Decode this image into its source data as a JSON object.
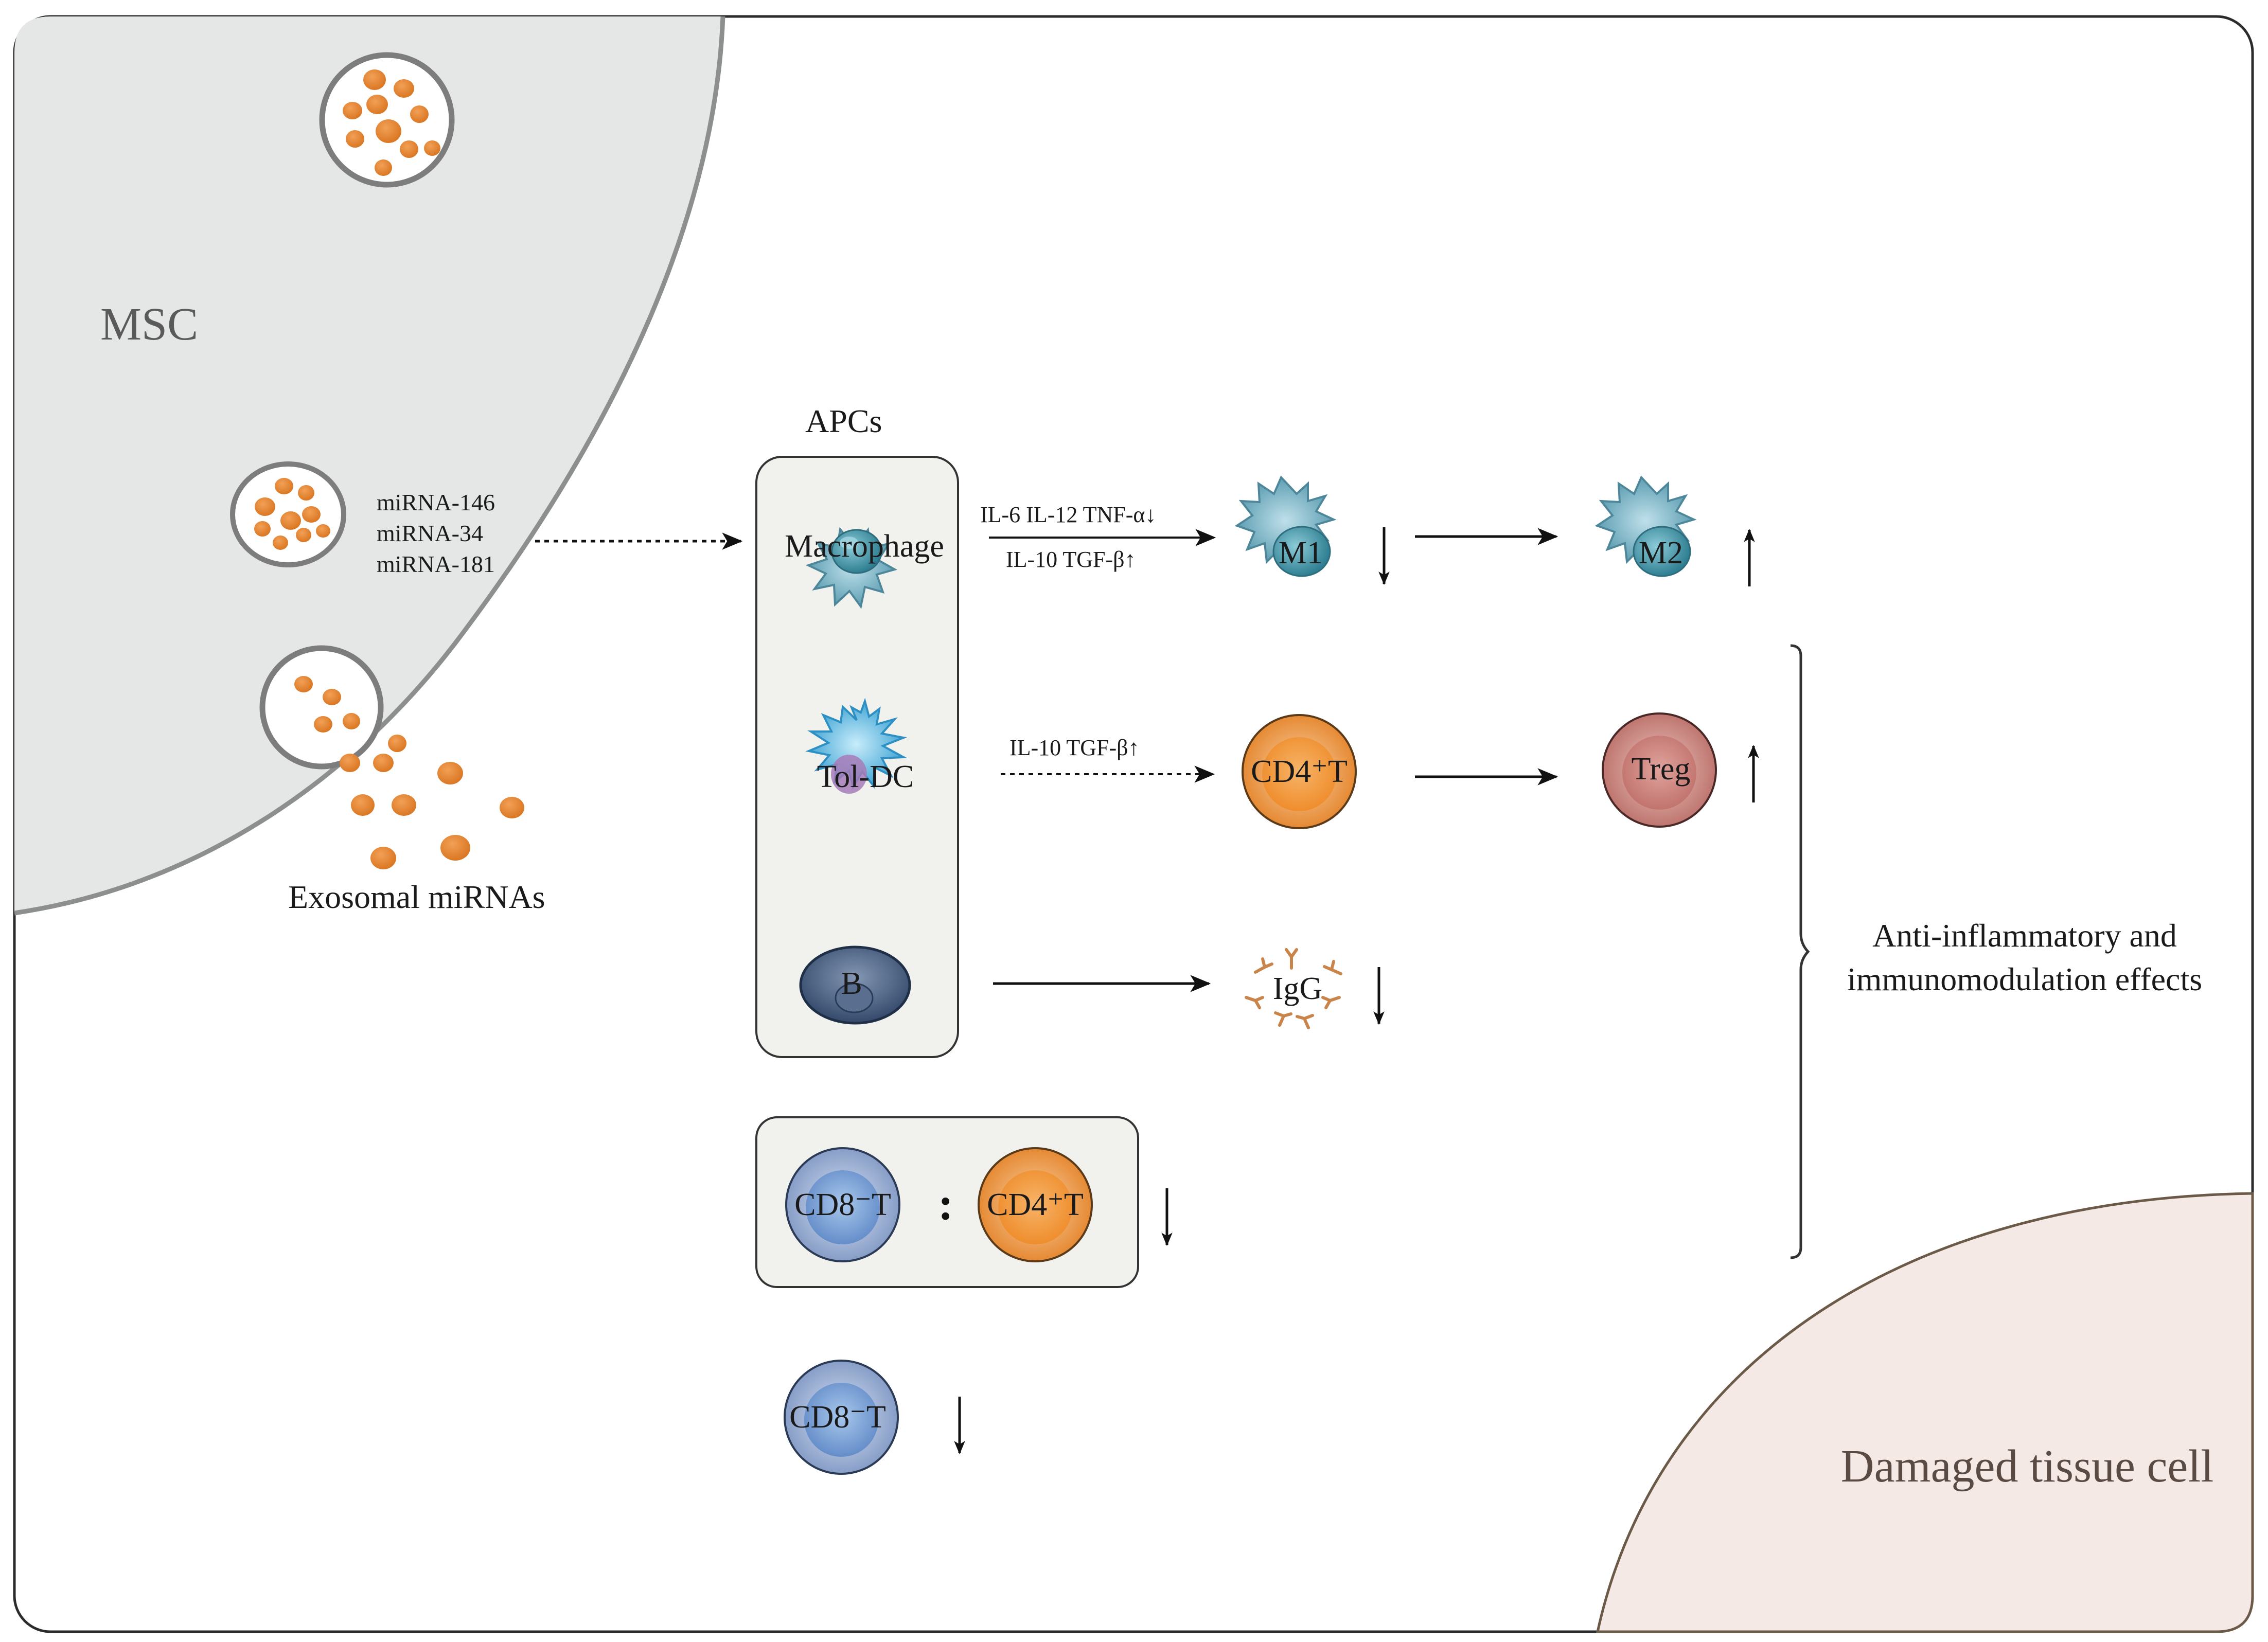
{
  "labels": {
    "msc": "MSC",
    "exosomal_mirnas": "Exosomal miRNAs",
    "mirnas": [
      "miRNA-146",
      "miRNA-34",
      "miRNA-181"
    ],
    "apcs": "APCs",
    "macrophage": "Macrophage",
    "tol_dc": "Tol-DC",
    "b_cell": "B",
    "cytokines_down": "IL-6  IL-12  TNF-α↓",
    "cytokines_up_1": "IL-10  TGF-β↑",
    "cytokines_up_2": "IL-10  TGF-β↑",
    "m1": "M1",
    "m2": "M2",
    "cd4t": "CD4⁺T",
    "treg": "Treg",
    "igg": "IgG",
    "cd8t": "CD8⁻T",
    "ratio_colon": ":",
    "cd4t_ratio": "CD4⁺T",
    "cd8t_single": "CD8⁻T",
    "effects_line1": "Anti-inflammatory and",
    "effects_line2": "immunomodulation effects",
    "damaged": "Damaged tissue cell"
  },
  "colors": {
    "msc_fill": "#e5e7e6",
    "vesicle_dot": "#e0822e",
    "macrophage": "#7bb7c8",
    "tol_dc": "#77c5e6",
    "b_cell": "#4e6585",
    "cd4t": "#ee9a45",
    "treg": "#c9857f",
    "cd8t": "#97afd6",
    "igg": "#c9844a",
    "damaged_fill": "#f5e9e6"
  }
}
